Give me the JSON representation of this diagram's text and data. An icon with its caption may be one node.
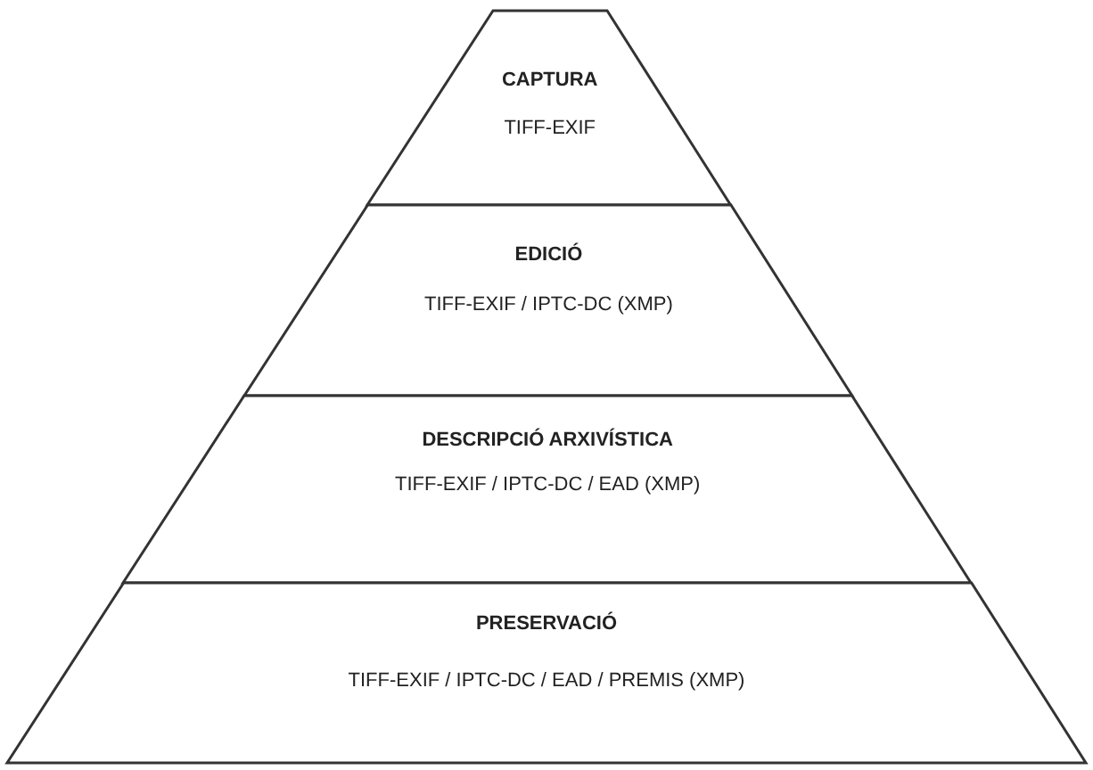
{
  "diagram": {
    "nodes": [
      {
        "text": [
          "CAPTURA",
          "TIFF-EXIF"
        ]
      },
      {
        "text": [
          "EDICIÓ",
          "TIFF-EXIF / IPTC-DC (XMP)"
        ]
      },
      {
        "text": [
          "DESCRIPCIÓ ARXIVÍSTICA",
          "TIFF-EXIF / IPTC-DC / EAD (XMP)"
        ]
      },
      {
        "text": [
          "PRESERVACIÓ",
          "TIFF-EXIF / IPTC-DC / EAD / PREMIS (XMP)"
        ]
      }
    ]
  }
}
